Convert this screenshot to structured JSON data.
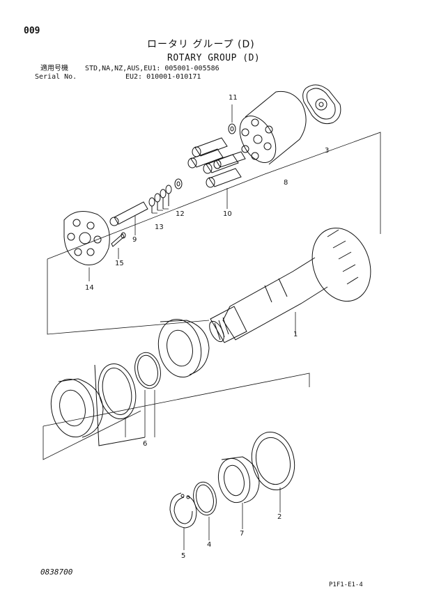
{
  "header": {
    "page_number": "009",
    "title_jp": "ロータリ グループ (D)",
    "title_en": "ROTARY GROUP (D)"
  },
  "serial": {
    "label_jp": "適用号機",
    "label_en": "Serial No.",
    "line1": "STD,NA,NZ,AUS,EU1: 005001-005586",
    "line2": "EU2: 010001-010171"
  },
  "callouts": {
    "p1": "1",
    "p2": "2",
    "p3": "3",
    "p5": "5",
    "p4": "4",
    "p6": "6",
    "p7": "7",
    "p8": "8",
    "p9": "9",
    "p10": "10",
    "p11": "11",
    "p12": "12",
    "p13": "13",
    "p14": "14",
    "p15": "15"
  },
  "footer": {
    "doc_code": "0838700",
    "page_code": "P1F1-E1-4"
  }
}
